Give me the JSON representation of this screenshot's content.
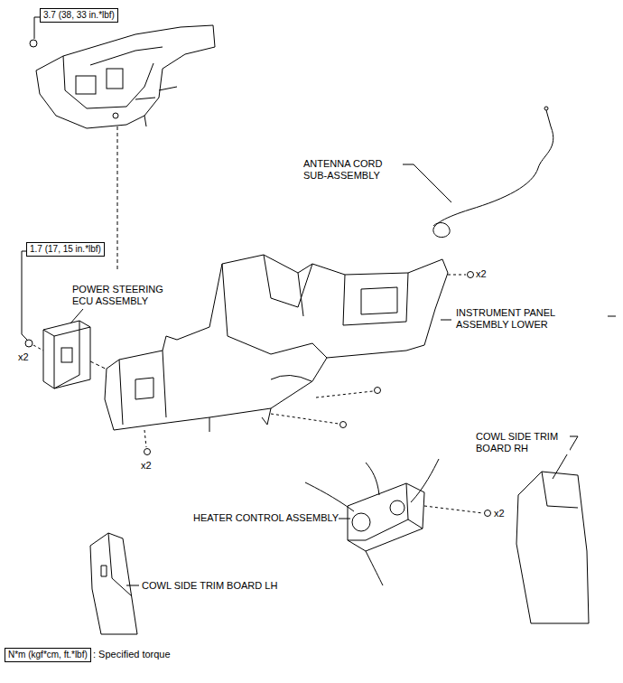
{
  "diagram": {
    "nodes": [
      {
        "text": [
          "3.7 (38, 33 in.*lbf)"
        ]
      },
      {
        "text": [
          "1.7 (17, 15 in.*lbf)"
        ]
      },
      {
        "text": [
          "N*m (kgf*cm, ft.*lbf)"
        ]
      }
    ],
    "labels": [
      "ANTENNA CORD SUB-ASSEMBLY",
      "x2",
      "POWER STEERING ECU ASSEMBLY",
      "INSTRUMENT PANEL ASSEMBLY LOWER",
      "x2",
      "x2",
      "COWL SIDE TRIM BOARD RH",
      "HEATER CONTROL ASSEMBLY",
      "x2",
      "COWL SIDE TRIM BOARD LH",
      ": Specified torque"
    ]
  }
}
